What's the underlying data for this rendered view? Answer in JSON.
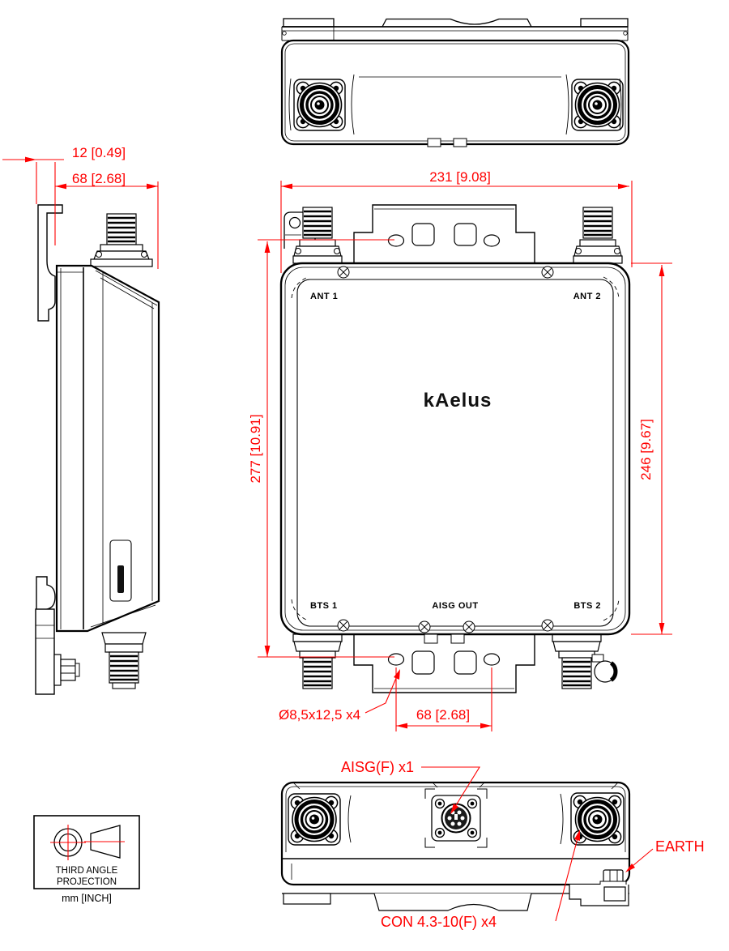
{
  "drawing": {
    "labels": {
      "ant1": "ANT 1",
      "ant2": "ANT 2",
      "bts1": "BTS 1",
      "aisg_out": "AISG OUT",
      "bts2": "BTS 2"
    },
    "logo": "kAelus",
    "dimensions": {
      "bracket_depth": "12 [0.49]",
      "body_depth": "68 [2.68]",
      "width": "231 [9.08]",
      "height_overall": "277 [10.91]",
      "height_body": "246 [9.67]",
      "slot_size": "Ø8,5x12,5 x4",
      "slot_spacing": "68 [2.68]"
    },
    "callouts": {
      "aisg": "AISG(F) x1",
      "con": "CON 4.3-10(F) x4",
      "earth": "EARTH"
    },
    "projection": {
      "line1": "THIRD ANGLE",
      "line2": "PROJECTION",
      "units": "mm [INCH]"
    },
    "colors": {
      "dimension": "#ff0000",
      "line": "#000000"
    }
  }
}
